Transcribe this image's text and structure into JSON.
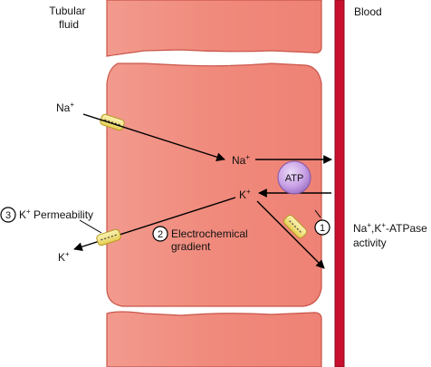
{
  "labels": {
    "tubular_fluid_line1": "Tubular",
    "tubular_fluid_line2": "fluid",
    "blood": "Blood",
    "na_outside": "Na",
    "na_inside": "Na",
    "k_inside": "K",
    "k_outside": "K",
    "charge_plus": "+",
    "atp": "ATP",
    "step1_number": "1",
    "step2_number": "2",
    "step3_number": "3",
    "step2_label_line1": "Electrochemical",
    "step2_label_line2": "gradient",
    "step3_label": "K",
    "step3_label_rest": " Permeability",
    "pump_label_line1_na": "Na",
    "pump_label_line1_sep": ",K",
    "pump_label_line1_rest": "-ATPase",
    "pump_label_line2": "activity"
  },
  "colors": {
    "cell_fill": "#f08a7c",
    "cell_edge": "#c9564a",
    "blood_vessel": "#c8102e",
    "atp_fill": "#c9a2e6",
    "channel_fill": "#f6e88a",
    "channel_edge": "#b59a1e",
    "arrow": "#000000"
  },
  "icons": {
    "na_channel": "ion-channel-icon",
    "k_channel_apical": "ion-channel-icon",
    "k_channel_basolateral": "ion-channel-icon",
    "atp_molecule": "atp-sphere-icon"
  }
}
